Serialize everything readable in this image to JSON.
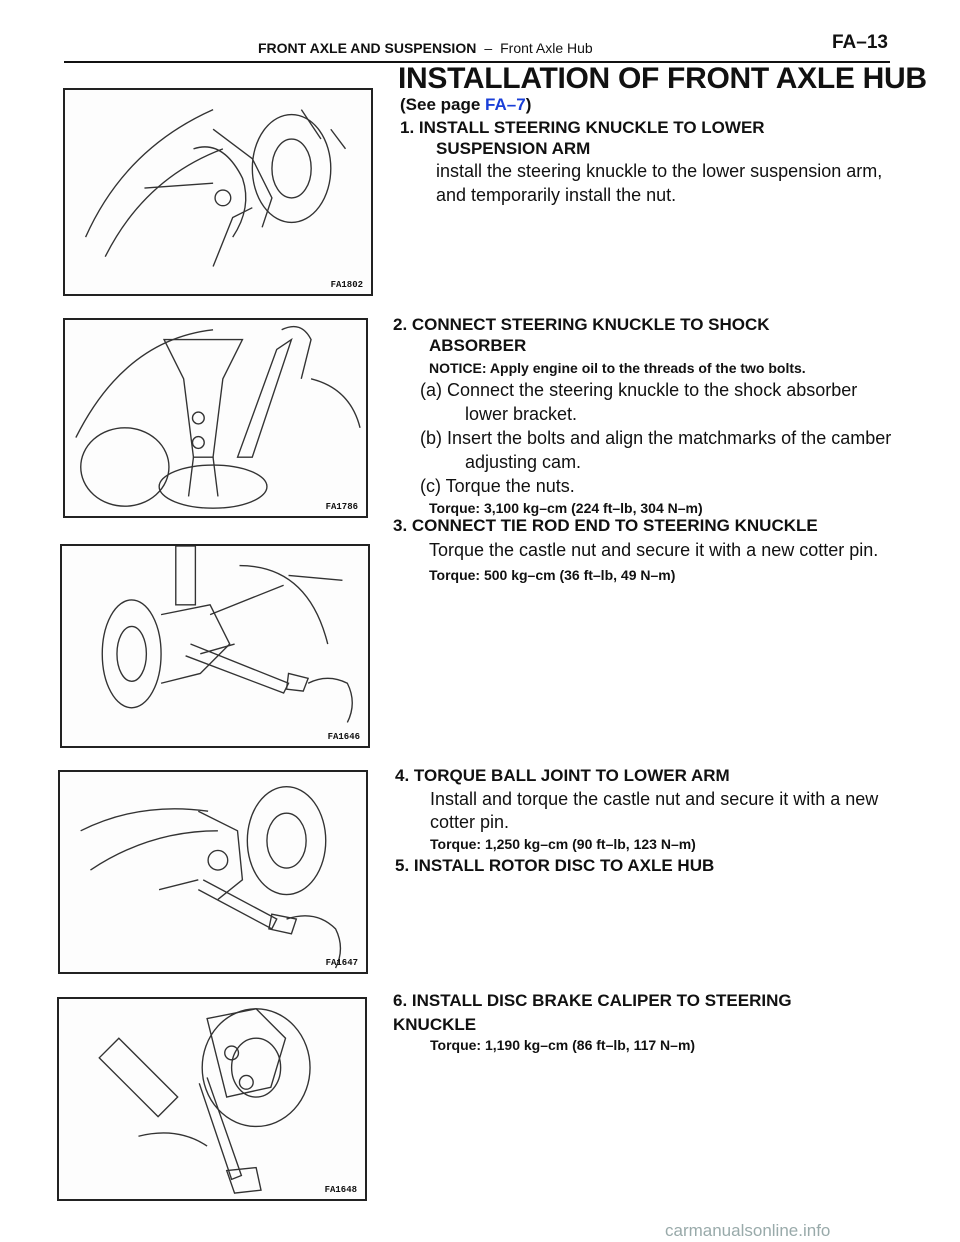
{
  "header": {
    "section": "FRONT AXLE AND SUSPENSION",
    "separator": "–",
    "subsection": "Front Axle Hub",
    "page_code": "FA–13"
  },
  "title": "INSTALLATION OF FRONT AXLE HUB",
  "see_page": {
    "prefix": "(See page ",
    "link": "FA–7",
    "suffix": ")"
  },
  "steps": [
    {
      "heading_1": "1. INSTALL STEERING KNUCKLE TO LOWER",
      "heading_2": "SUSPENSION ARM",
      "body_1": "install the steering knuckle to the lower suspension arm,",
      "body_2": "and temporarily install the nut."
    },
    {
      "heading_1": "2. CONNECT STEERING KNUCKLE TO SHOCK",
      "heading_2": "ABSORBER",
      "notice": "NOTICE: Apply engine oil to the threads of the two bolts.",
      "a_1": "(a) Connect the steering knuckle to the shock absorber",
      "a_2": "lower bracket.",
      "b_1": "(b) Insert the bolts and align the matchmarks of the camber",
      "b_2": "adjusting cam.",
      "c": "(c) Torque the nuts.",
      "torque": "Torque: 3,100 kg–cm (224 ft–lb, 304 N–m)"
    },
    {
      "heading": "3. CONNECT TIE ROD END TO STEERING KNUCKLE",
      "body": "Torque the castle nut and secure it with a new cotter pin.",
      "torque": "Torque: 500 kg–cm (36 ft–lb, 49 N–m)"
    },
    {
      "heading": "4. TORQUE BALL JOINT TO LOWER ARM",
      "body_1": "Install and torque the castle nut and secure it with a new",
      "body_2": "cotter pin.",
      "torque": "Torque: 1,250 kg–cm (90 ft–lb, 123 N–m)"
    },
    {
      "heading": "5. INSTALL ROTOR DISC TO AXLE HUB"
    },
    {
      "heading_1": "6. INSTALL DISC BRAKE CALIPER TO STEERING",
      "heading_2": "KNUCKLE",
      "torque": "Torque: 1,190 kg–cm (86 ft–lb, 117 N–m)"
    }
  ],
  "figures": [
    "FA1802",
    "FA1786",
    "FA1646",
    "FA1647",
    "FA1648"
  ],
  "footer": "carmanualsonline.info"
}
